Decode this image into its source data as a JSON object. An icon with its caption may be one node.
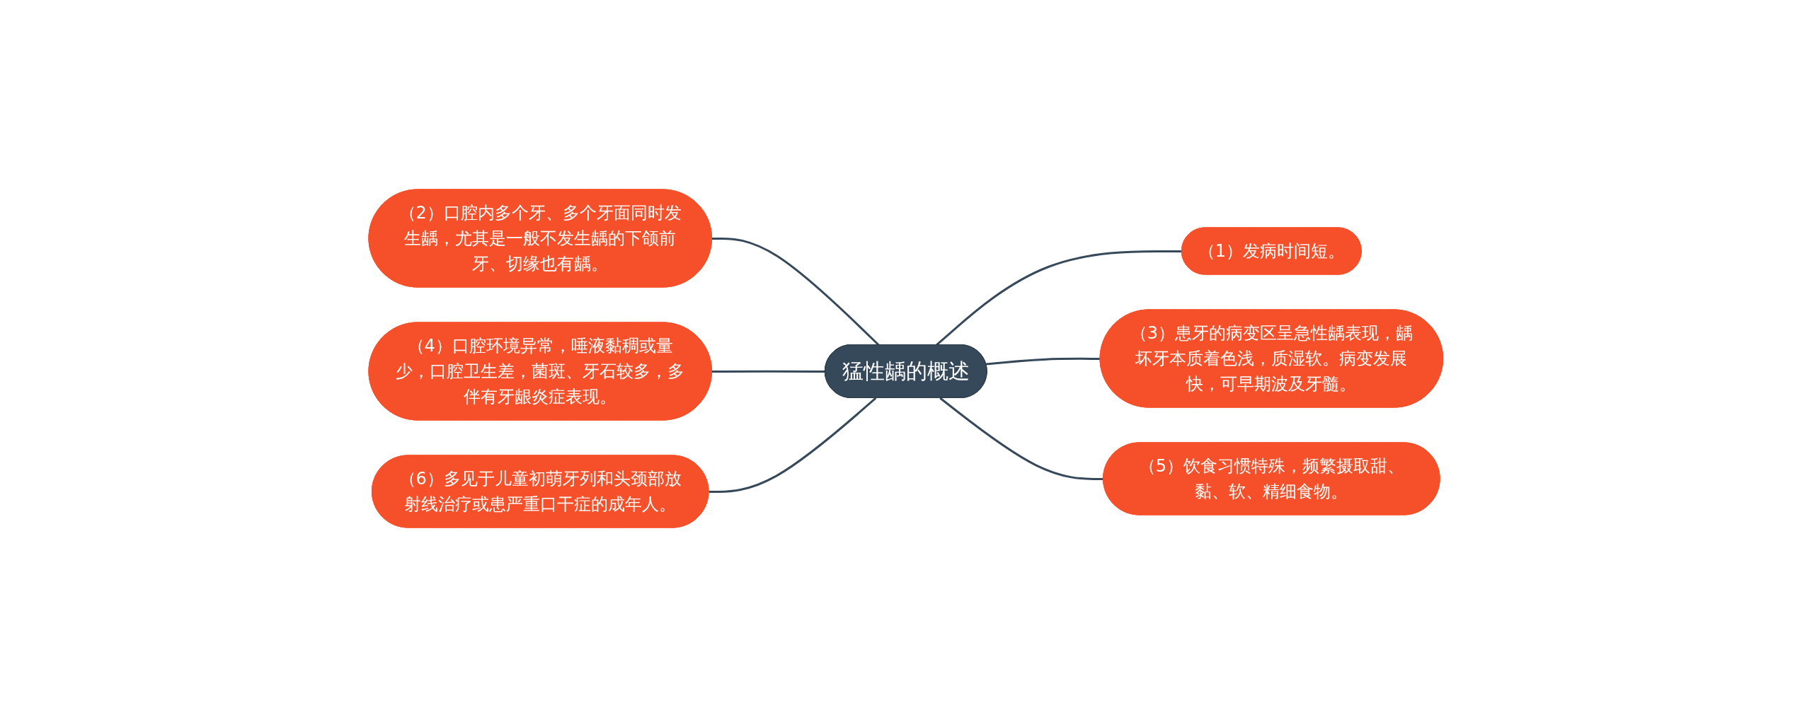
{
  "diagram": {
    "nodes": [
      {
        "text": [
          "猛性龋的概述"
        ]
      },
      {
        "text": [
          "（1）发病时间短。"
        ]
      },
      {
        "text": [
          "（2）口腔内多个牙、多个牙面同时发生龋，尤其是一般不发生龋的下颌前牙、切缘也有龋。"
        ]
      },
      {
        "text": [
          "（3）患牙的病变区呈急性龋表现，龋坏牙本质着色浅，质湿软。病变发展快，可早期波及牙髓。"
        ]
      },
      {
        "text": [
          "（4）口腔环境异常，唾液黏稠或量少，口腔卫生差，菌斑、牙石较多，多伴有牙龈炎症表现。"
        ]
      },
      {
        "text": [
          "（5）饮食习惯特殊，频繁摄取甜、黏、软、精细食物。"
        ]
      },
      {
        "text": [
          "（6）多见于儿童初萌牙列和头颈部放射线治疗或患严重口干症的成年人。"
        ]
      }
    ],
    "edges": [
      {
        "from": 0,
        "to": 1,
        "arrow": "none"
      },
      {
        "from": 0,
        "to": 2,
        "arrow": "none"
      },
      {
        "from": 0,
        "to": 3,
        "arrow": "none"
      },
      {
        "from": 0,
        "to": 4,
        "arrow": "none"
      },
      {
        "from": 0,
        "to": 5,
        "arrow": "none"
      },
      {
        "from": 0,
        "to": 6,
        "arrow": "none"
      }
    ]
  }
}
